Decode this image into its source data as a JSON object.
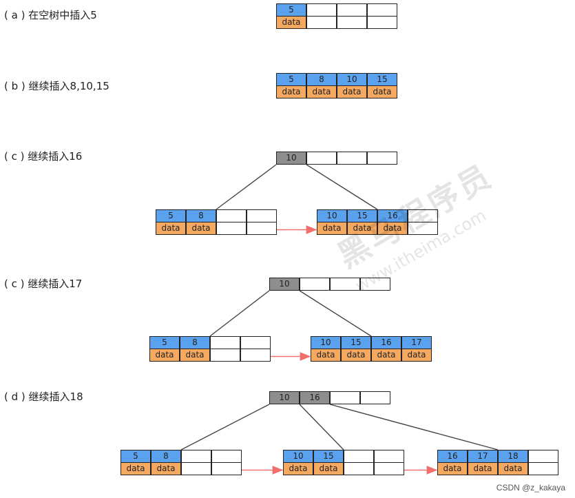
{
  "steps": [
    {
      "label": "( a ) 在空树中插入5",
      "root": {
        "keys": [
          "5"
        ],
        "data": [
          "data"
        ]
      }
    },
    {
      "label": "( b ) 继续插入8,10,15",
      "root": {
        "keys": [
          "5",
          "8",
          "10",
          "15"
        ],
        "data": [
          "data",
          "data",
          "data",
          "data"
        ]
      }
    },
    {
      "label": "( c ) 继续插入16",
      "root": {
        "keys": [
          "10"
        ]
      },
      "leaves": [
        {
          "keys": [
            "5",
            "8"
          ],
          "data": [
            "data",
            "data"
          ]
        },
        {
          "keys": [
            "10",
            "15",
            "16"
          ],
          "data": [
            "data",
            "data",
            "data"
          ]
        }
      ]
    },
    {
      "label": "( c ) 继续插入17",
      "root": {
        "keys": [
          "10"
        ]
      },
      "leaves": [
        {
          "keys": [
            "5",
            "8"
          ],
          "data": [
            "data",
            "data"
          ]
        },
        {
          "keys": [
            "10",
            "15",
            "16",
            "17"
          ],
          "data": [
            "data",
            "data",
            "data",
            "data"
          ]
        }
      ]
    },
    {
      "label": "( d ) 继续插入18",
      "root": {
        "keys": [
          "10",
          "16"
        ]
      },
      "leaves": [
        {
          "keys": [
            "5",
            "8"
          ],
          "data": [
            "data",
            "data"
          ]
        },
        {
          "keys": [
            "10",
            "15"
          ],
          "data": [
            "data",
            "data"
          ]
        },
        {
          "keys": [
            "16",
            "17",
            "18"
          ],
          "data": [
            "data",
            "data",
            "data"
          ]
        }
      ]
    }
  ],
  "watermark": {
    "main": "黑马程序员",
    "sub": "www.itheima.com"
  },
  "credit": "CSDN @z_kakaya",
  "colors": {
    "key": "#5aa2ee",
    "data": "#f5a960",
    "inner": "#8e8e8e",
    "edge": "#444444",
    "link": "#f07070"
  }
}
